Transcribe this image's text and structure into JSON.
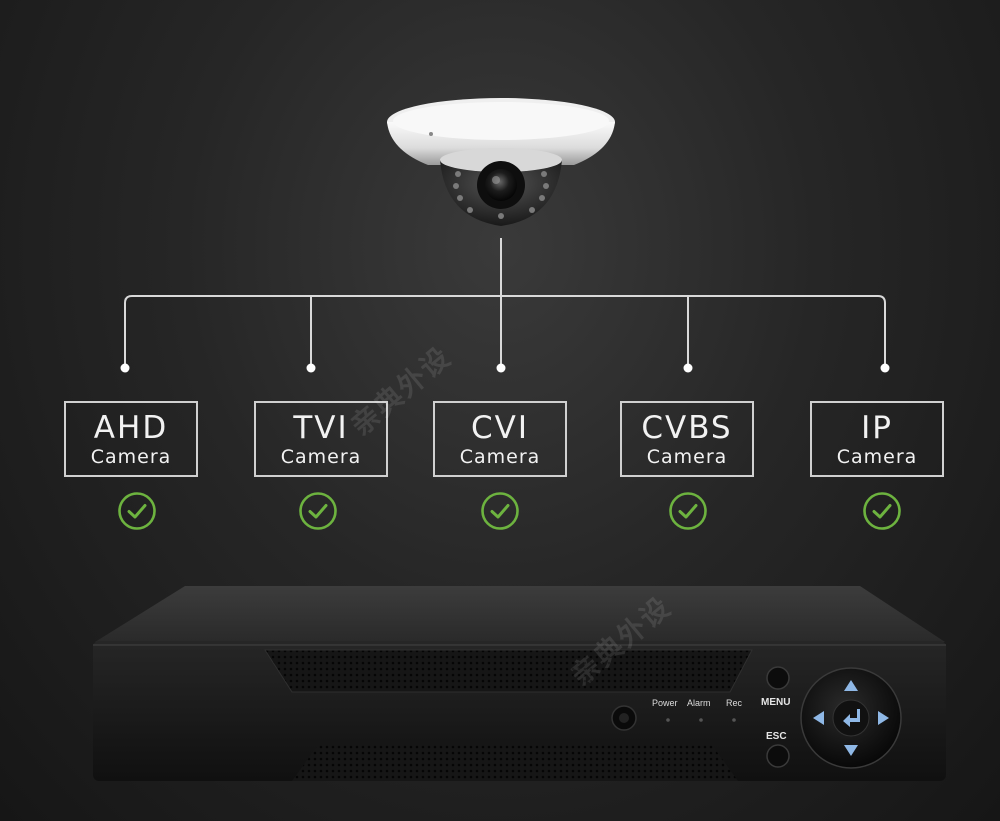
{
  "camera_types": [
    {
      "name": "AHD",
      "sub": "Camera"
    },
    {
      "name": "TVI",
      "sub": "Camera"
    },
    {
      "name": "CVI",
      "sub": "Camera"
    },
    {
      "name": "CVBS",
      "sub": "Camera"
    },
    {
      "name": "IP",
      "sub": "Camera"
    }
  ],
  "dvr": {
    "led_labels": {
      "power": "Power",
      "alarm": "Alarm",
      "rec": "Rec"
    },
    "buttons": {
      "menu": "MENU",
      "esc": "ESC"
    }
  },
  "watermark": "亲典外设",
  "colors": {
    "check": "#6db33f",
    "frame": "#d0d0d0",
    "background": "#262626"
  }
}
